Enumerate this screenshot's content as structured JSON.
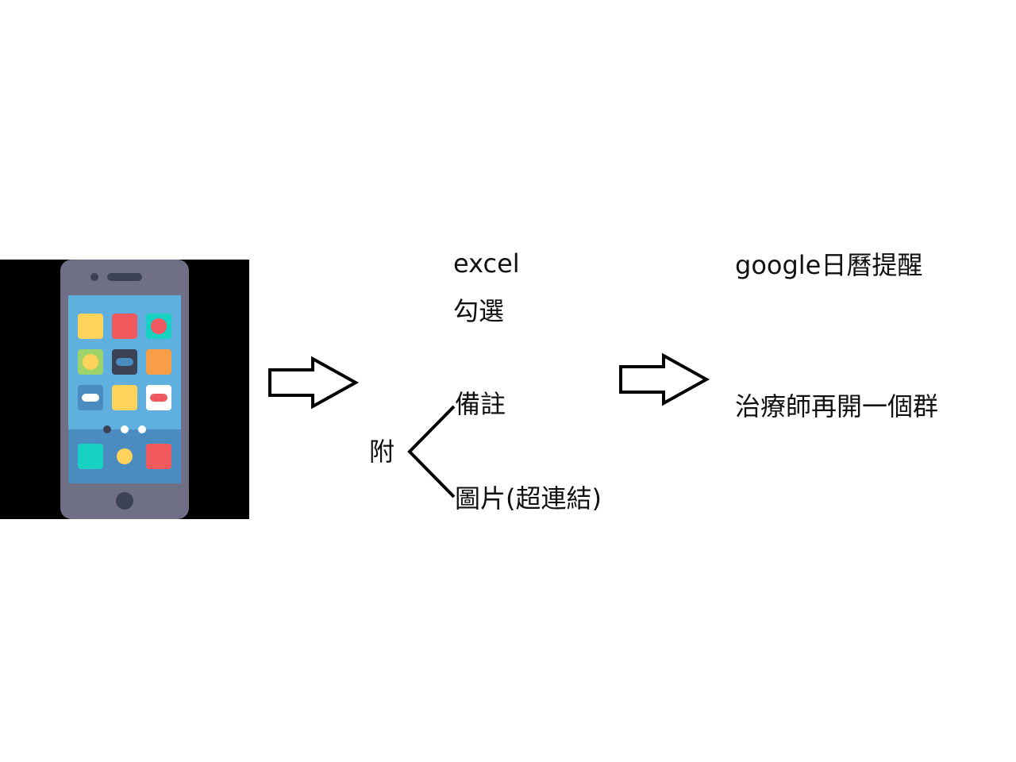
{
  "colors": {
    "phone_body": "#6f7086",
    "screen": "#5fb0de",
    "dock": "#4a8cc0",
    "app_yellow": "#fdd35c",
    "app_red": "#f05a5e",
    "app_teal": "#17d1c3",
    "app_green": "#9cd36a",
    "app_dark": "#3b4256",
    "app_orange": "#f79e46",
    "app_blue": "#4a8cc0",
    "app_white": "#ffffff"
  },
  "icons": {
    "phone": "smartphone-icon",
    "arrow_1": "right-arrow-icon",
    "arrow_2": "right-arrow-icon",
    "bracket": "branch-bracket-icon"
  },
  "step2": {
    "excel": "excel",
    "check": "勾選",
    "attach": "附",
    "note": "備註",
    "image_link": "圖片(超連結)"
  },
  "step3": {
    "calendar": "google日曆提醒",
    "group": "治療師再開一個群"
  }
}
